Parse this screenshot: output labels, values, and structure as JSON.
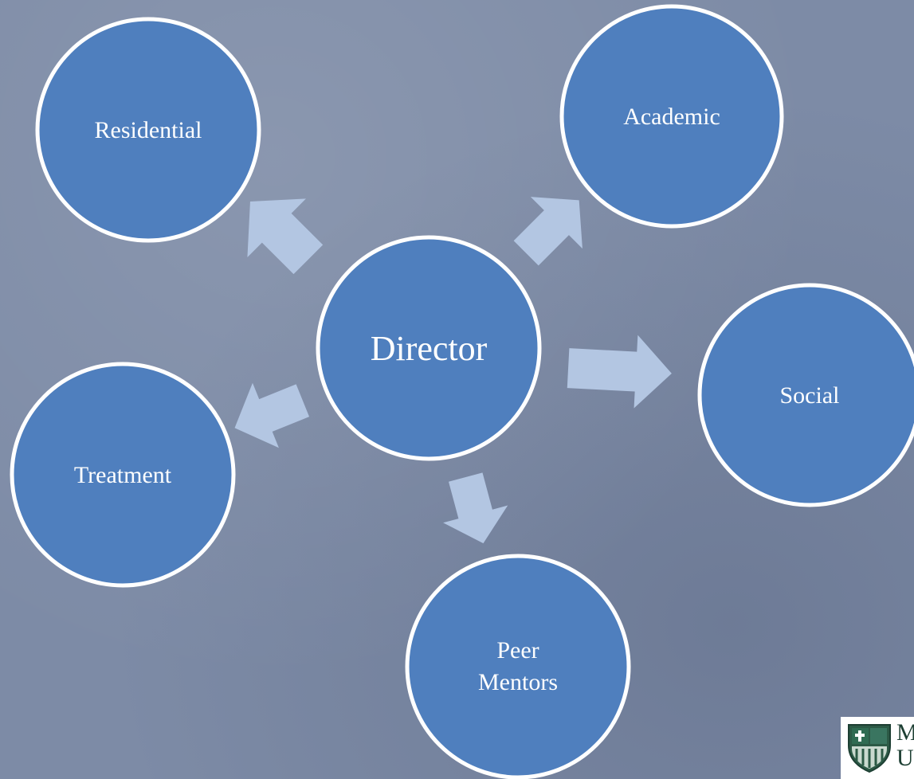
{
  "diagram": {
    "center": {
      "label": "Director"
    },
    "nodes": [
      {
        "label": "Residential"
      },
      {
        "label": "Academic"
      },
      {
        "label": "Social"
      },
      {
        "label": "Treatment"
      },
      {
        "label": "Peer Mentors"
      }
    ]
  },
  "logo": {
    "text_line1": "M",
    "text_line2": "U"
  },
  "colors": {
    "background": "#7d8ba6",
    "node_fill": "#4f7fbe",
    "node_stroke": "#ffffff",
    "arrow_fill": "#b3c6e2",
    "label_color": "#ffffff",
    "logo_green": "#1d3f33"
  }
}
